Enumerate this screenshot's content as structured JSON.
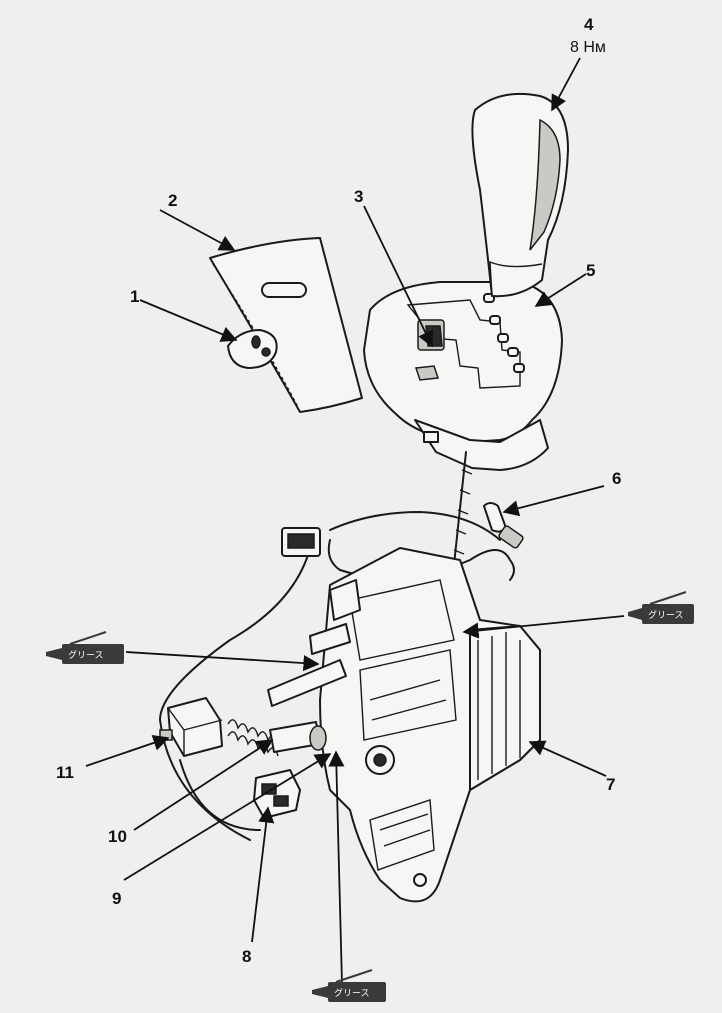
{
  "callouts": [
    {
      "id": "1",
      "label": "1"
    },
    {
      "id": "2",
      "label": "2"
    },
    {
      "id": "3",
      "label": "3"
    },
    {
      "id": "4",
      "label": "4"
    },
    {
      "id": "5",
      "label": "5"
    },
    {
      "id": "6",
      "label": "6"
    },
    {
      "id": "7",
      "label": "7"
    },
    {
      "id": "8",
      "label": "8"
    },
    {
      "id": "9",
      "label": "9"
    },
    {
      "id": "10",
      "label": "10"
    },
    {
      "id": "11",
      "label": "11"
    }
  ],
  "torque": {
    "part": "4",
    "value": "8 Нм"
  },
  "grease_tags": [
    {
      "id": "grease-right",
      "text": "グリース"
    },
    {
      "id": "grease-left",
      "text": "グリース"
    },
    {
      "id": "grease-bottom",
      "text": "グリース"
    }
  ],
  "colors": {
    "background": "#efefed",
    "ink": "#1a1a1a",
    "tag": "#3a3a3a"
  }
}
